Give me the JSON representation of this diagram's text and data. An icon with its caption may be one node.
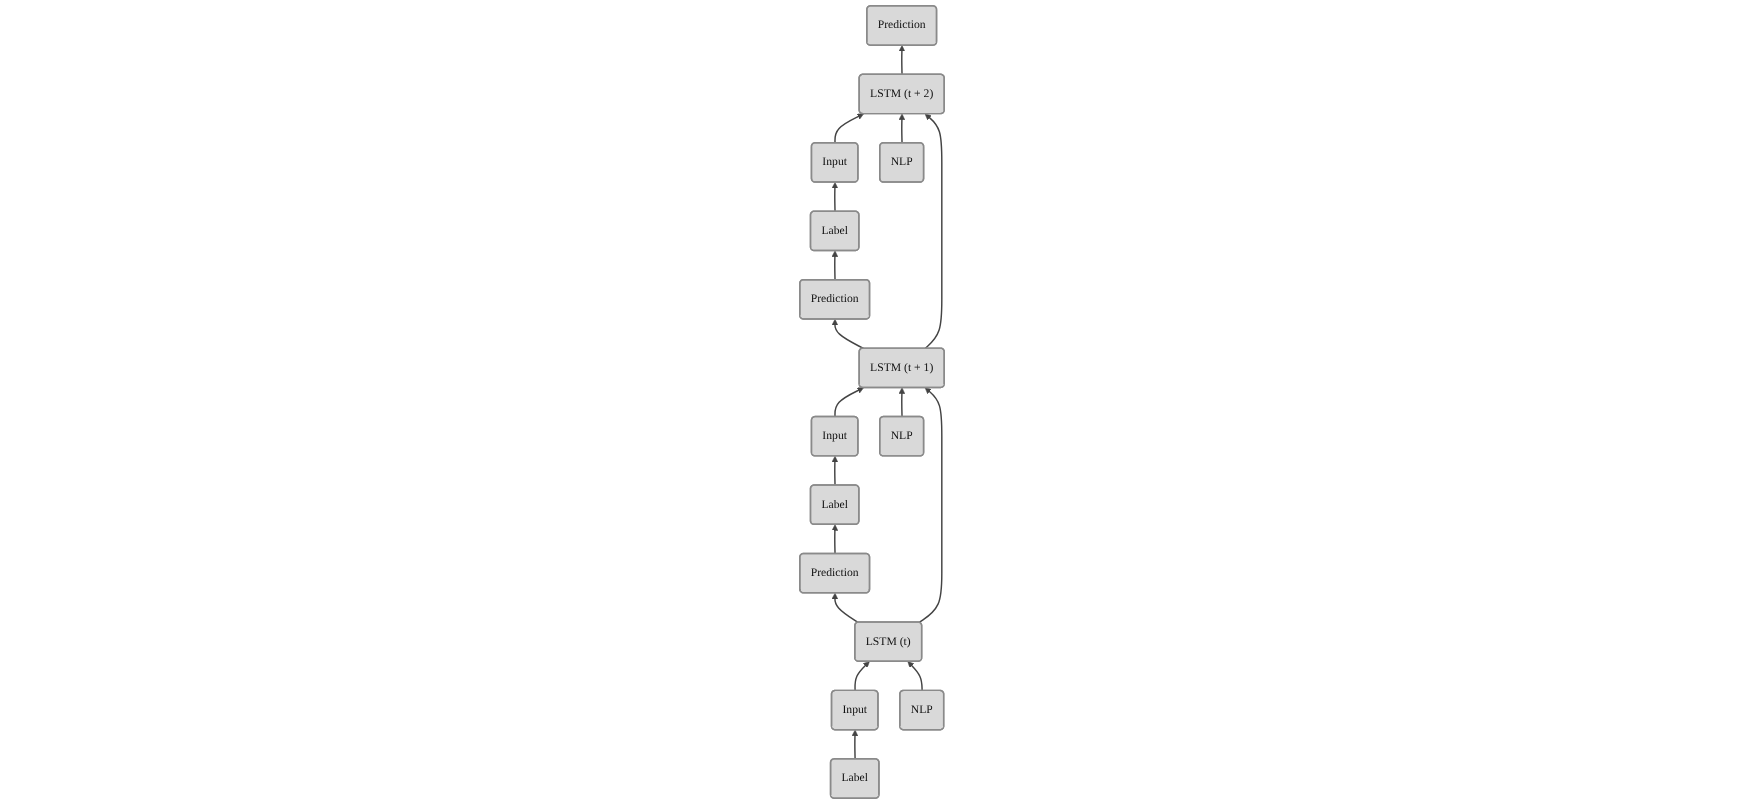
{
  "diagram": {
    "nodes": [
      {
        "text": [
          "Prediction"
        ]
      },
      {
        "text": [
          "Prediction"
        ]
      },
      {
        "text": [
          "Prediction"
        ]
      },
      {
        "text": [
          "LSTM (t)"
        ]
      },
      {
        "text": [
          "LSTM (t + 1)"
        ]
      },
      {
        "text": [
          "LSTM (t + 2)"
        ]
      },
      {
        "text": [
          "Input"
        ]
      },
      {
        "text": [
          "NLP"
        ]
      },
      {
        "text": [
          "Input"
        ]
      },
      {
        "text": [
          "NLP"
        ]
      },
      {
        "text": [
          "Input"
        ]
      },
      {
        "text": [
          "NLP"
        ]
      },
      {
        "text": [
          "Label"
        ]
      },
      {
        "text": [
          "Label"
        ]
      },
      {
        "text": [
          "Label"
        ]
      }
    ],
    "edges": [
      {
        "from": 12,
        "to": 6,
        "arrow": "to"
      },
      {
        "from": 13,
        "to": 8,
        "arrow": "to"
      },
      {
        "from": 14,
        "to": 10,
        "arrow": "to"
      },
      {
        "from": 6,
        "to": 3,
        "arrow": "to"
      },
      {
        "from": 7,
        "to": 3,
        "arrow": "to"
      },
      {
        "from": 8,
        "to": 4,
        "arrow": "to"
      },
      {
        "from": 9,
        "to": 4,
        "arrow": "to"
      },
      {
        "from": 10,
        "to": 5,
        "arrow": "to"
      },
      {
        "from": 11,
        "to": 5,
        "arrow": "to"
      },
      {
        "from": 3,
        "to": 0,
        "arrow": "to"
      },
      {
        "from": 4,
        "to": 1,
        "arrow": "to"
      },
      {
        "from": 5,
        "to": 2,
        "arrow": "to"
      },
      {
        "from": 3,
        "to": 4,
        "arrow": "to"
      },
      {
        "from": 4,
        "to": 5,
        "arrow": "to"
      },
      {
        "from": 0,
        "to": 13,
        "arrow": "to"
      },
      {
        "from": 1,
        "to": 14,
        "arrow": "to"
      }
    ]
  }
}
